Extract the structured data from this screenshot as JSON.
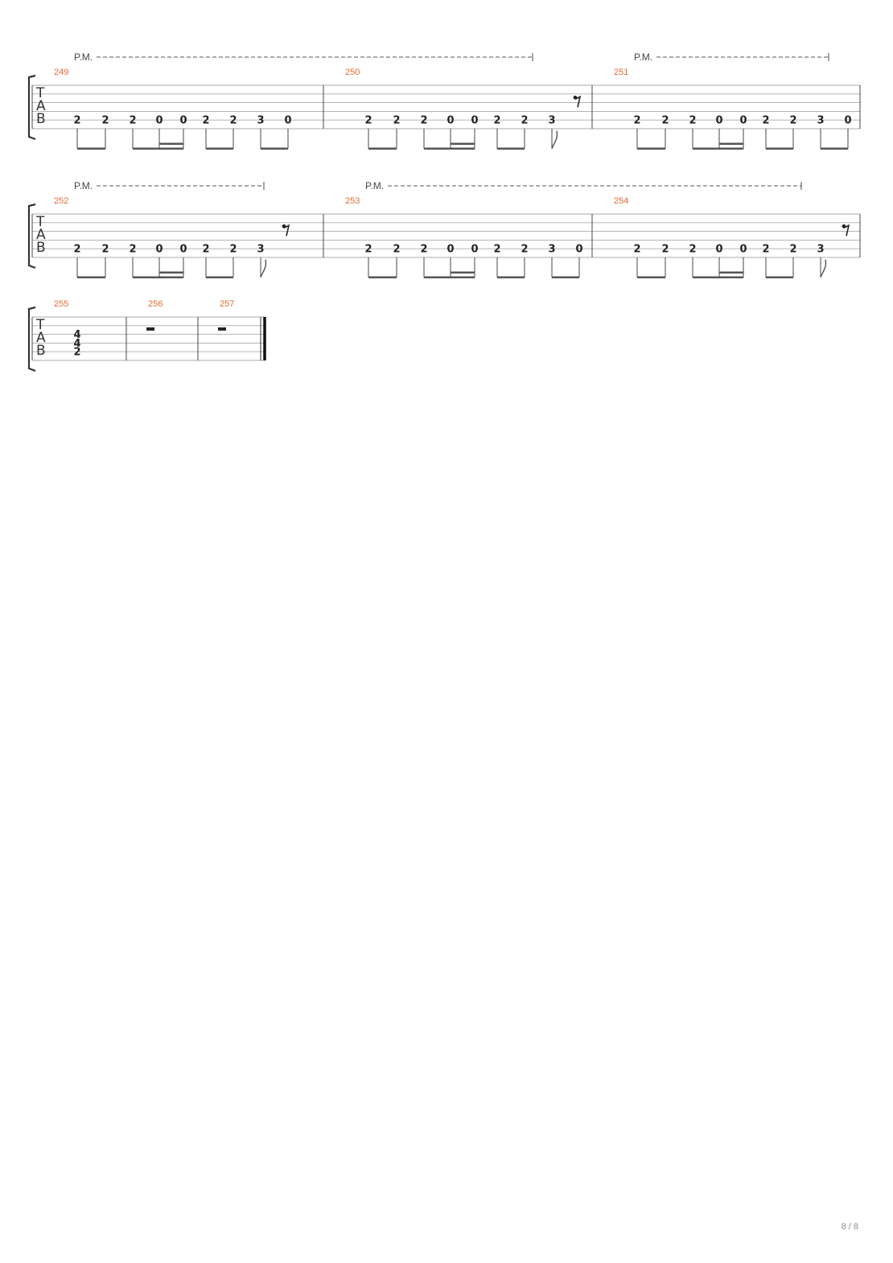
{
  "page_number": "8 / 8",
  "tab_clef": [
    "T",
    "A",
    "B"
  ],
  "pm_label": "P.M.",
  "rows": [
    {
      "measures": [
        {
          "number": "249",
          "beats": [
            "2",
            "2",
            "2",
            "0",
            "0",
            "2",
            "2",
            "3",
            "0"
          ],
          "pm": true,
          "pm_end": true,
          "rest": false
        },
        {
          "number": "250",
          "beats": [
            "2",
            "2",
            "2",
            "0",
            "0",
            "2",
            "2",
            "3"
          ],
          "pm": false,
          "rest": true
        },
        {
          "number": "251",
          "beats": [
            "2",
            "2",
            "2",
            "0",
            "0",
            "2",
            "2",
            "3",
            "0"
          ],
          "pm": true,
          "pm_end": true,
          "rest": false
        }
      ]
    },
    {
      "measures": [
        {
          "number": "252",
          "beats": [
            "2",
            "2",
            "2",
            "0",
            "0",
            "2",
            "2",
            "3"
          ],
          "pm": true,
          "pm_end": true,
          "rest": true
        },
        {
          "number": "253",
          "beats": [
            "2",
            "2",
            "2",
            "0",
            "0",
            "2",
            "2",
            "3",
            "0"
          ],
          "pm": true,
          "pm_end": false,
          "rest": false
        },
        {
          "number": "254",
          "beats": [
            "2",
            "2",
            "2",
            "0",
            "0",
            "2",
            "2",
            "3"
          ],
          "pm": false,
          "pm_end": true,
          "rest": true
        }
      ]
    },
    {
      "measures": [
        {
          "number": "255",
          "chord": [
            "4",
            "4",
            "2"
          ]
        },
        {
          "number": "256",
          "whole_rest": true
        },
        {
          "number": "257",
          "whole_rest": true,
          "final": true
        }
      ]
    }
  ]
}
